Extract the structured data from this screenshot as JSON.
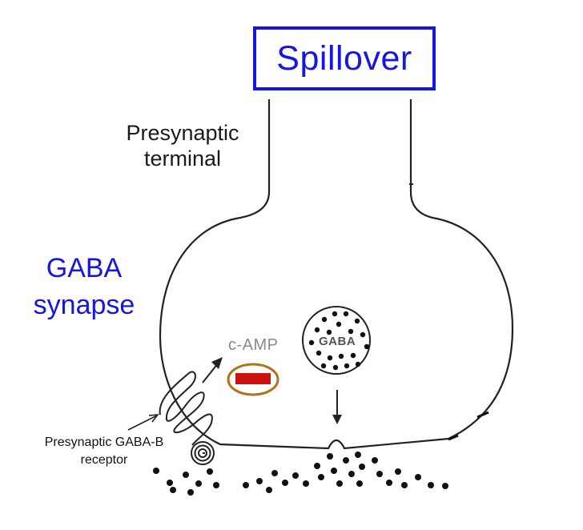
{
  "header": {
    "title": "Spillover"
  },
  "labels": {
    "terminal_line1": "Presynaptic",
    "terminal_line2": "terminal",
    "synapse_line1": "GABA",
    "synapse_line2": "synapse",
    "camp": "c-AMP",
    "vesicle": "GABA",
    "receptor_line1": "Presynaptic GABA-B",
    "receptor_line2": "receptor"
  },
  "colors": {
    "title_blue": "#1616e0",
    "inhibition_bar": "#cc1111",
    "inhibition_ellipse": "#b5701c",
    "outline": "#222222"
  },
  "icons": {
    "inhibition": "red-bar-in-ellipse-icon",
    "receptor": "coiled-receptor-icon",
    "vesicle": "gaba-vesicle-icon"
  }
}
